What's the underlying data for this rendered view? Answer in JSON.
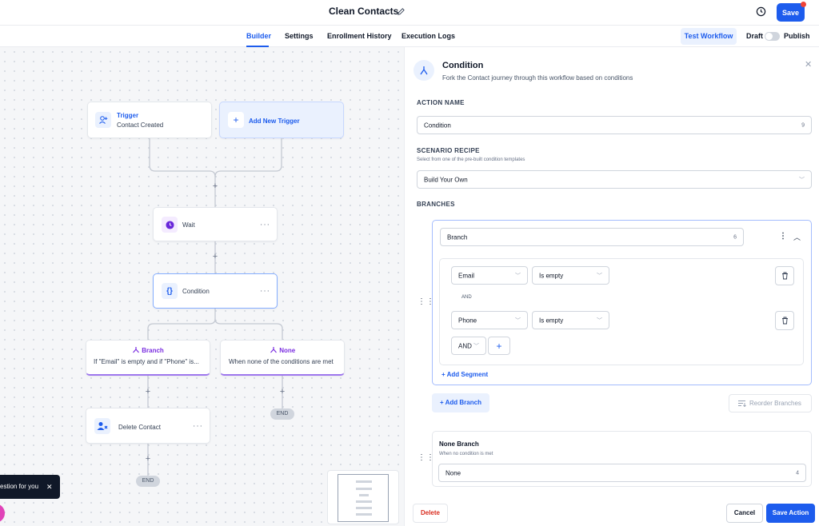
{
  "header": {
    "workflow_title": "Clean Contacts",
    "save_label": "Save"
  },
  "tabs": [
    {
      "label": "Builder",
      "active": true
    },
    {
      "label": "Settings"
    },
    {
      "label": "Enrollment History"
    },
    {
      "label": "Execution Logs"
    }
  ],
  "tabbar_right": {
    "test_label": "Test Workflow",
    "draft_label": "Draft",
    "publish_label": "Publish",
    "published": false
  },
  "canvas": {
    "trigger": {
      "title": "Trigger",
      "subtitle": "Contact Created"
    },
    "add_trigger_label": "Add New Trigger",
    "wait_label": "Wait",
    "condition_label": "Condition",
    "branch_node": {
      "title": "Branch",
      "subtitle": "If \"Email\" is empty and if \"Phone\" is..."
    },
    "none_node": {
      "title": "None",
      "subtitle": "When none of the conditions are met"
    },
    "delete_label": "Delete Contact",
    "end_label": "END",
    "toast_text": "estion for you"
  },
  "panel": {
    "title": "Condition",
    "subtitle": "Fork the Contact journey through this workflow based on conditions",
    "action_name_label": "ACTION NAME",
    "action_name_value": "Condition",
    "action_name_count": "9",
    "recipe_label": "SCENARIO RECIPE",
    "recipe_hint": "Select from one of the pre-built condition templates",
    "recipe_value": "Build Your Own",
    "branches_label": "BRANCHES",
    "branch_name": "Branch",
    "branch_count": "6",
    "conditions": [
      {
        "field": "Email",
        "operator": "Is empty"
      },
      {
        "field": "Phone",
        "operator": "Is empty"
      }
    ],
    "and_label": "AND",
    "and_select": "AND",
    "add_segment": "+ Add Segment",
    "add_branch": "+ Add Branch",
    "reorder_label": "Reorder Branches",
    "none_branch_title": "None Branch",
    "none_branch_hint": "When no condition is met",
    "none_value": "None",
    "none_count": "4",
    "delete_label": "Delete",
    "cancel_label": "Cancel",
    "save_action_label": "Save Action"
  },
  "colors": {
    "primary": "#1d5ced",
    "branch_purple": "#7a2de0",
    "danger": "#f04438"
  }
}
